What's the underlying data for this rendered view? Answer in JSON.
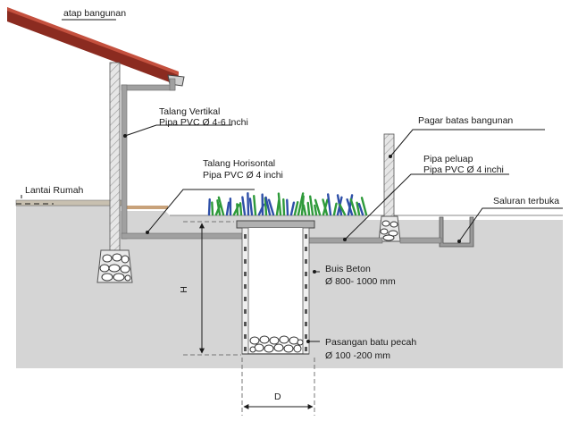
{
  "labels": {
    "roof": "atap bangunan",
    "floor": "Lantai Rumah",
    "vertical_title": "Talang Vertikal",
    "vertical_spec": "Pipa PVC Ø 4-6 Inchi",
    "horizontal_title": "Talang  Horisontal",
    "horizontal_spec": "Pipa PVC Ø 4 inchi",
    "fence": "Pagar batas bangunan",
    "overflow_title": "Pipa  peluap",
    "overflow_spec": "Pipa PVC  Ø 4 inchi",
    "open_channel": "Saluran terbuka",
    "well_title": "Buis Beton",
    "well_spec": "Ø 800- 1000 mm",
    "stones_title": "Pasangan batu pecah",
    "stones_spec": "Ø 100 -200 mm",
    "dim_height": "H",
    "dim_diameter": "D"
  },
  "colors": {
    "ground": "#d5d5d5",
    "ground_line": "#8a8a8a",
    "pipe": "#a0a0a0",
    "roof_tile": "#8b2b20",
    "floor_wood": "#c8a27a",
    "grass_green": "#2e9a3a",
    "grass_blue": "#2e4fa8",
    "post": "#a8a8a8"
  }
}
